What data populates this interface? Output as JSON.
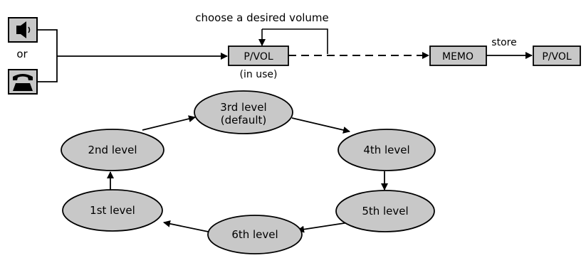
{
  "top": {
    "or_label": "or",
    "choose_label": "choose a desired volume",
    "store_label": "store",
    "pvol_in_use": {
      "line1": "P/VOL",
      "line2": "(in use)"
    },
    "memo_label": "MEMO",
    "pvol_final": "P/VOL",
    "icons": [
      "speaker-icon",
      "handset-icon"
    ]
  },
  "cycle": {
    "levels": [
      {
        "id": "3rd",
        "line1": "3rd level",
        "line2": "(default)"
      },
      {
        "id": "4th",
        "line1": "4th level"
      },
      {
        "id": "5th",
        "line1": "5th level"
      },
      {
        "id": "6th",
        "line1": "6th level"
      },
      {
        "id": "1st",
        "line1": "1st level"
      },
      {
        "id": "2nd",
        "line1": "2nd level"
      }
    ]
  },
  "colors": {
    "box_fill": "#c8c8c8",
    "ellipse_fill": "#c8c8c8",
    "stroke": "#000000"
  }
}
